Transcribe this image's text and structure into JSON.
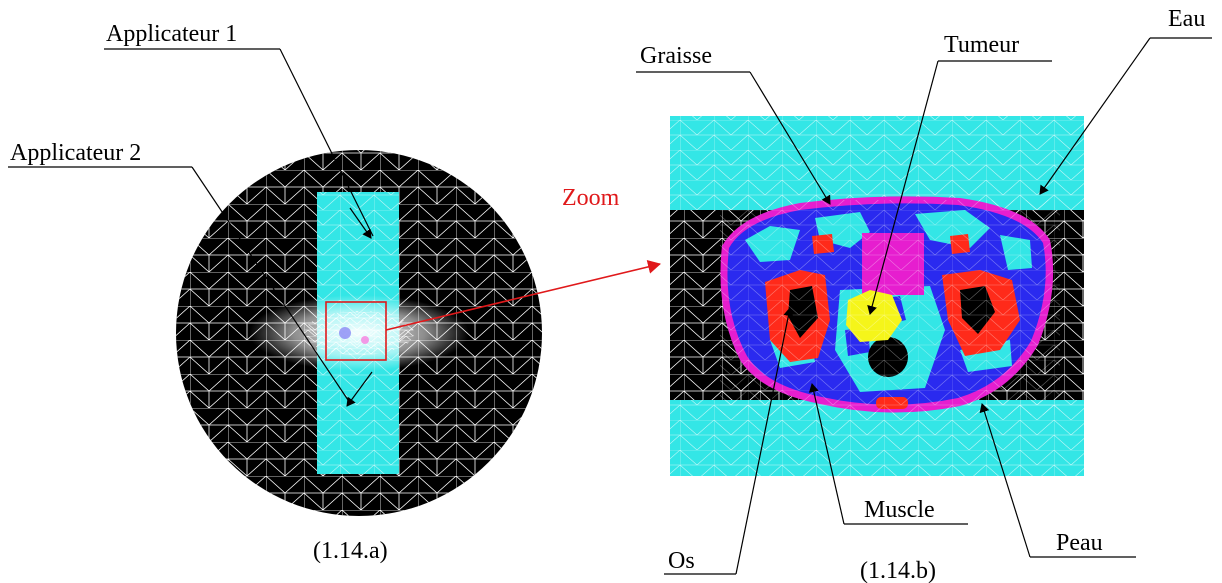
{
  "figure_a": {
    "caption": "(1.14.a)",
    "labels": {
      "applicator_1": "Applicateur 1",
      "applicator_2": "Applicateur 2"
    }
  },
  "figure_b": {
    "caption": "(1.14.b)",
    "labels": {
      "fat": "Graisse",
      "tumor": "Tumeur",
      "water": "Eau",
      "bone": "Os",
      "muscle": "Muscle",
      "skin": "Peau"
    }
  },
  "zoom_label": "Zoom",
  "colors": {
    "water": "#33e6e6",
    "background": "#000000",
    "mesh": "#ffffff",
    "muscle": "#2a2aef",
    "skin": "#e61ecf",
    "bone": "#ff2a1a",
    "tumor": "#f5f51a",
    "tissue_light": "#33e6e6",
    "magenta_block": "#e61ecf",
    "zoom_arrow": "#e0191b"
  }
}
